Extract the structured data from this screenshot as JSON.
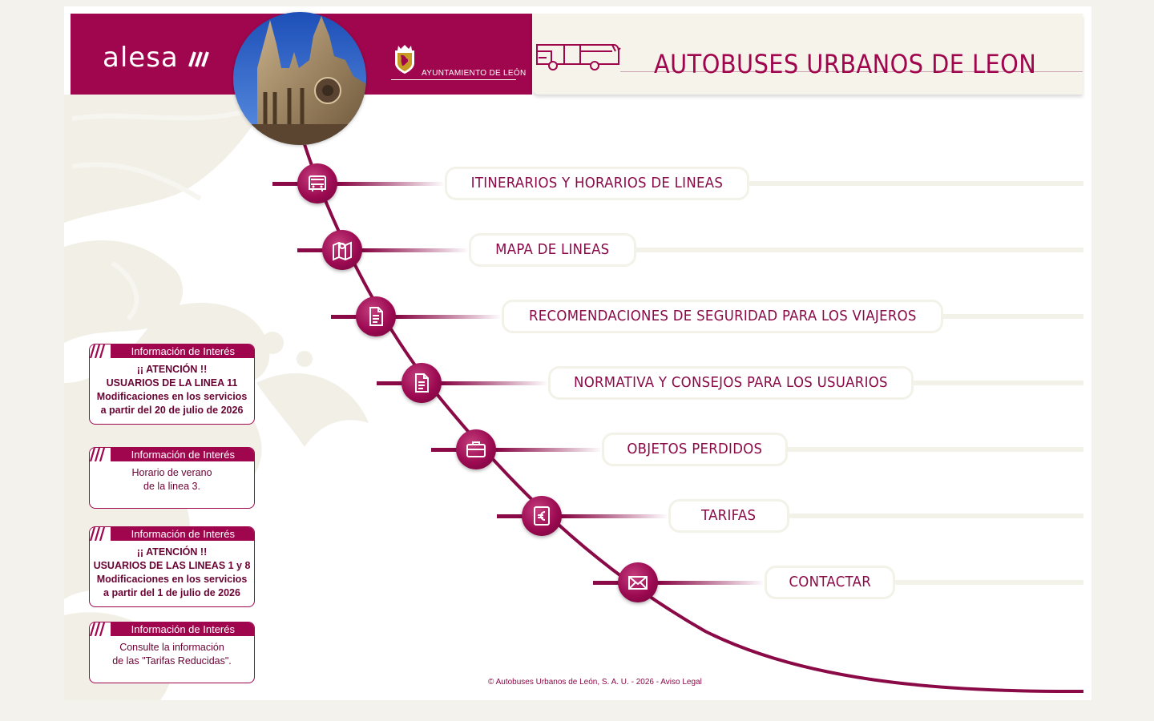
{
  "header": {
    "logo": "alesa",
    "city": "AYUNTAMIENTO DE LEÓN",
    "title": "AUTOBUSES URBANOS DE LEON"
  },
  "menu": [
    {
      "label": "ITINERARIOS Y HORARIOS DE LINEAS",
      "icon": "bus-icon"
    },
    {
      "label": "MAPA DE LINEAS",
      "icon": "map-icon"
    },
    {
      "label": "RECOMENDACIONES DE SEGURIDAD PARA LOS VIAJEROS",
      "icon": "document-icon"
    },
    {
      "label": "NORMATIVA Y CONSEJOS PARA LOS USUARIOS",
      "icon": "document-icon"
    },
    {
      "label": "OBJETOS PERDIDOS",
      "icon": "briefcase-icon"
    },
    {
      "label": "TARIFAS",
      "icon": "euro-icon"
    },
    {
      "label": "CONTACTAR",
      "icon": "envelope-icon"
    }
  ],
  "info": [
    {
      "heading": "Información de Interés",
      "lines": [
        "¡¡ ATENCIÓN !!",
        "USUARIOS DE LA LINEA 11",
        "Modificaciones en los servicios",
        "a partir del 20 de julio de 2026"
      ]
    },
    {
      "heading": "Información de Interés",
      "lines": [
        "Horario de verano",
        "de la linea 3."
      ]
    },
    {
      "heading": "Información de Interés",
      "lines": [
        "¡¡ ATENCIÓN !!",
        "USUARIOS DE LAS LINEAS 1 y 8",
        "Modificaciones en los servicios",
        "a partir del 1 de julio de 2026"
      ]
    },
    {
      "heading": "Información de Interés",
      "lines": [
        "Consulte la información",
        "de las \"Tarifas Reducidas\"."
      ]
    }
  ],
  "footer": {
    "copyright": "© Autobuses Urbanos de León, S. A. U. - 2026 - ",
    "legal": "Aviso Legal"
  },
  "colors": {
    "brand": "#a0064e",
    "cream": "#f3f2e9"
  }
}
